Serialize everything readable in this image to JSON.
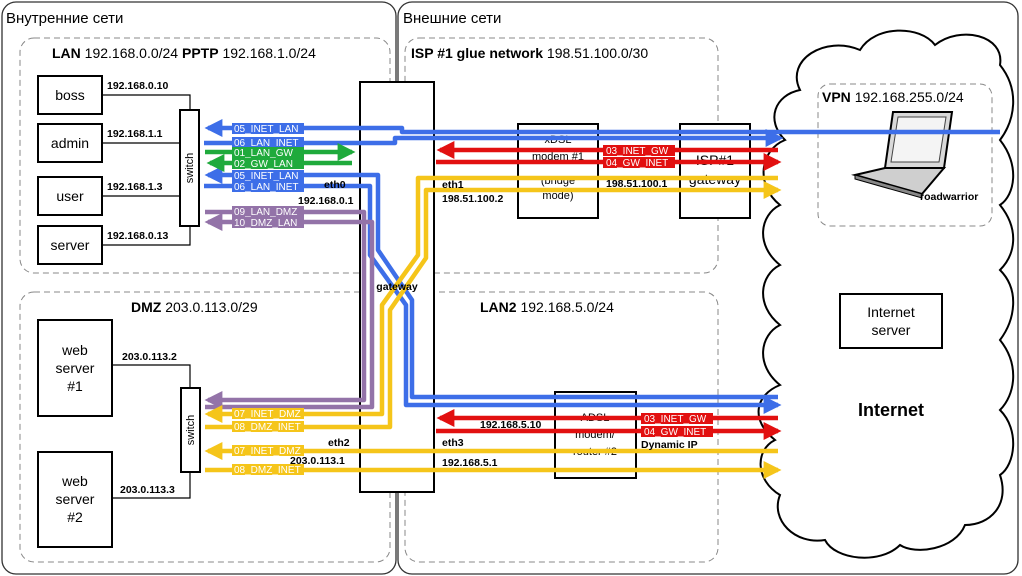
{
  "zones": {
    "internal": "Внутренние сети",
    "external": "Внешние сети"
  },
  "segments": {
    "lan": {
      "name": "LAN",
      "net": "192.168.0.0/24",
      "name2": "PPTP",
      "net2": "192.168.1.0/24"
    },
    "isp1": {
      "name": "ISP #1 glue network",
      "net": "198.51.100.0/30"
    },
    "dmz": {
      "name": "DMZ",
      "net": "203.0.113.0/29"
    },
    "lan2": {
      "name": "LAN2",
      "net": "192.168.5.0/24"
    },
    "vpn": {
      "name": "VPN",
      "net": "192.168.255.0/24"
    }
  },
  "lan_hosts": [
    {
      "name": "boss",
      "ip": "192.168.0.10"
    },
    {
      "name": "admin",
      "ip": "192.168.1.1"
    },
    {
      "name": "user",
      "ip": "192.168.1.3"
    },
    {
      "name": "server",
      "ip": "192.168.0.13"
    }
  ],
  "dmz_hosts": [
    {
      "line1": "web",
      "line2": "server",
      "line3": "#1",
      "ip": "203.0.113.2"
    },
    {
      "line1": "web",
      "line2": "server",
      "line3": "#2",
      "ip": "203.0.113.3"
    }
  ],
  "switch_label": "switch",
  "gateway": {
    "name": "gateway",
    "eth0": "eth0",
    "eth0_ip": "192.168.0.1",
    "eth1": "eth1",
    "eth1_ip": "198.51.100.2",
    "eth2": "eth2",
    "eth2_ip": "203.0.113.1",
    "eth3": "eth3",
    "eth3_ip": "192.168.5.1"
  },
  "modem1": {
    "line1": "xDSL",
    "line2": "modem #1",
    "line3": "(bridge",
    "line4": "mode)"
  },
  "isp1_gw": {
    "line1": "ISP#1",
    "line2": "gateway",
    "ip": "198.51.100.1"
  },
  "modem2": {
    "line1": "ADSL",
    "line2": "modem/",
    "line3": "router #2",
    "ip": "192.168.5.10",
    "wan": "Dynamic IP"
  },
  "flows": {
    "inet_lan": "05_INET_LAN",
    "lan_inet": "06_LAN_INET",
    "lan_gw": "01_LAN_GW",
    "gw_lan": "02_GW_LAN",
    "lan_dmz": "09_LAN_DMZ",
    "dmz_lan": "10_DMZ_LAN",
    "inet_gw": "03_INET_GW",
    "gw_inet": "04_GW_INET",
    "inet_dmz": "07_INET_DMZ",
    "dmz_inet": "08_DMZ_INET"
  },
  "cloud": {
    "internet": "Internet",
    "server_line1": "Internet",
    "server_line2": "server",
    "roadwarrior": "roadwarrior"
  },
  "colors": {
    "blue": "#3d6ee8",
    "green": "#1faa3c",
    "red": "#e21010",
    "yellow": "#f5c51a",
    "purple": "#9373a8"
  }
}
